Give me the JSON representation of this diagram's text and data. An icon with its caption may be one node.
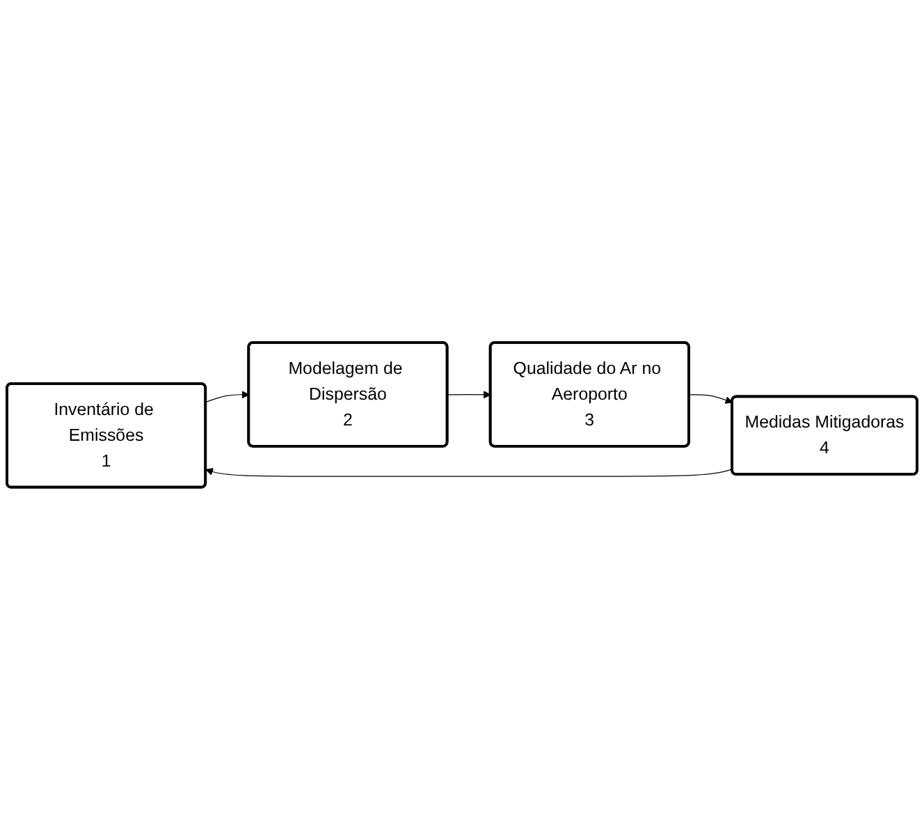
{
  "diagram": {
    "nodes": [
      {
        "text": [
          "Inventário de Emissões",
          "1"
        ]
      },
      {
        "text": [
          "Modelagem de Dispersão",
          "2"
        ]
      },
      {
        "text": [
          "Qualidade do Ar no Aeroporto",
          "3"
        ]
      },
      {
        "text": [
          "Medidas Mitigadoras",
          "4"
        ]
      }
    ],
    "edges": [
      {
        "from": 0,
        "to": 1,
        "arrow": "to"
      },
      {
        "from": 1,
        "to": 2,
        "arrow": "to"
      },
      {
        "from": 2,
        "to": 3,
        "arrow": "to"
      },
      {
        "from": 3,
        "to": 0,
        "arrow": "to"
      }
    ]
  }
}
